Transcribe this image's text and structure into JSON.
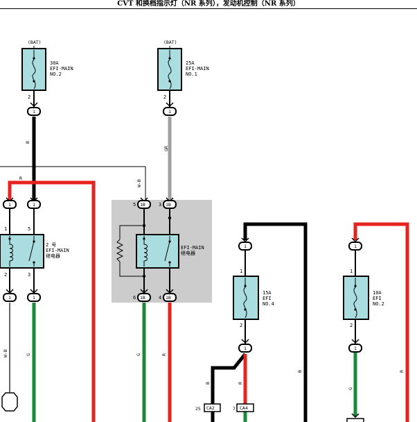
{
  "title": "CVT 和换档指示灯（NR 系列），发动机控制（NR 系列）",
  "colors": {
    "red": "#e8231f",
    "green": "#1a8a3a",
    "black": "#000000",
    "gray": "#a0a0a0",
    "fuse_fill": "#a9dde0",
    "relay_box_fill": "#cccccc"
  },
  "fuses": [
    {
      "source": "(BAT)",
      "rating": "30A",
      "name": "EFI-MAIN",
      "name2": "NO.2",
      "pin": "2",
      "conn": "1"
    },
    {
      "source": "(BAT)",
      "rating": "25A",
      "name": "EFI-MAIN",
      "name2": "NO.1",
      "pin": "2",
      "conn": "1"
    },
    {
      "rating": "15A",
      "name": "EFI",
      "name2": "NO.4",
      "pin_top": "1",
      "pin_bottom": "2",
      "conn_top": "1",
      "conn_bottom": "1"
    },
    {
      "rating": "10A",
      "name": "EFI",
      "name2": "NO.2",
      "pin_top": "1",
      "pin_bottom": "2",
      "conn_top": "1",
      "conn_bottom": "1"
    }
  ],
  "relays": [
    {
      "name1": "2 号",
      "name2": "EFI-MAIN",
      "name3": "继电器",
      "pins": [
        "1",
        "5",
        "2",
        "3"
      ],
      "conns": [
        "1",
        "1",
        "1",
        "1"
      ]
    },
    {
      "name1": "EFI-MAIN",
      "name2": "继电器",
      "pins": [
        "5",
        "3",
        "6",
        "4"
      ],
      "conns": [
        "1B",
        "1B",
        "1B",
        "1B"
      ]
    }
  ],
  "wire_labels": {
    "b1": "B",
    "gr": "GR",
    "r1": "R",
    "wb1": "W-B",
    "g1": "G",
    "wb2": "W-B",
    "g2": "G",
    "r2": "R",
    "b2": "B",
    "r3": "R",
    "b3": "B",
    "g3": "G",
    "r4": "R"
  },
  "connectors": [
    {
      "pin": "25",
      "id": "CA2"
    },
    {
      "pin": "7",
      "id": "CA4"
    }
  ]
}
